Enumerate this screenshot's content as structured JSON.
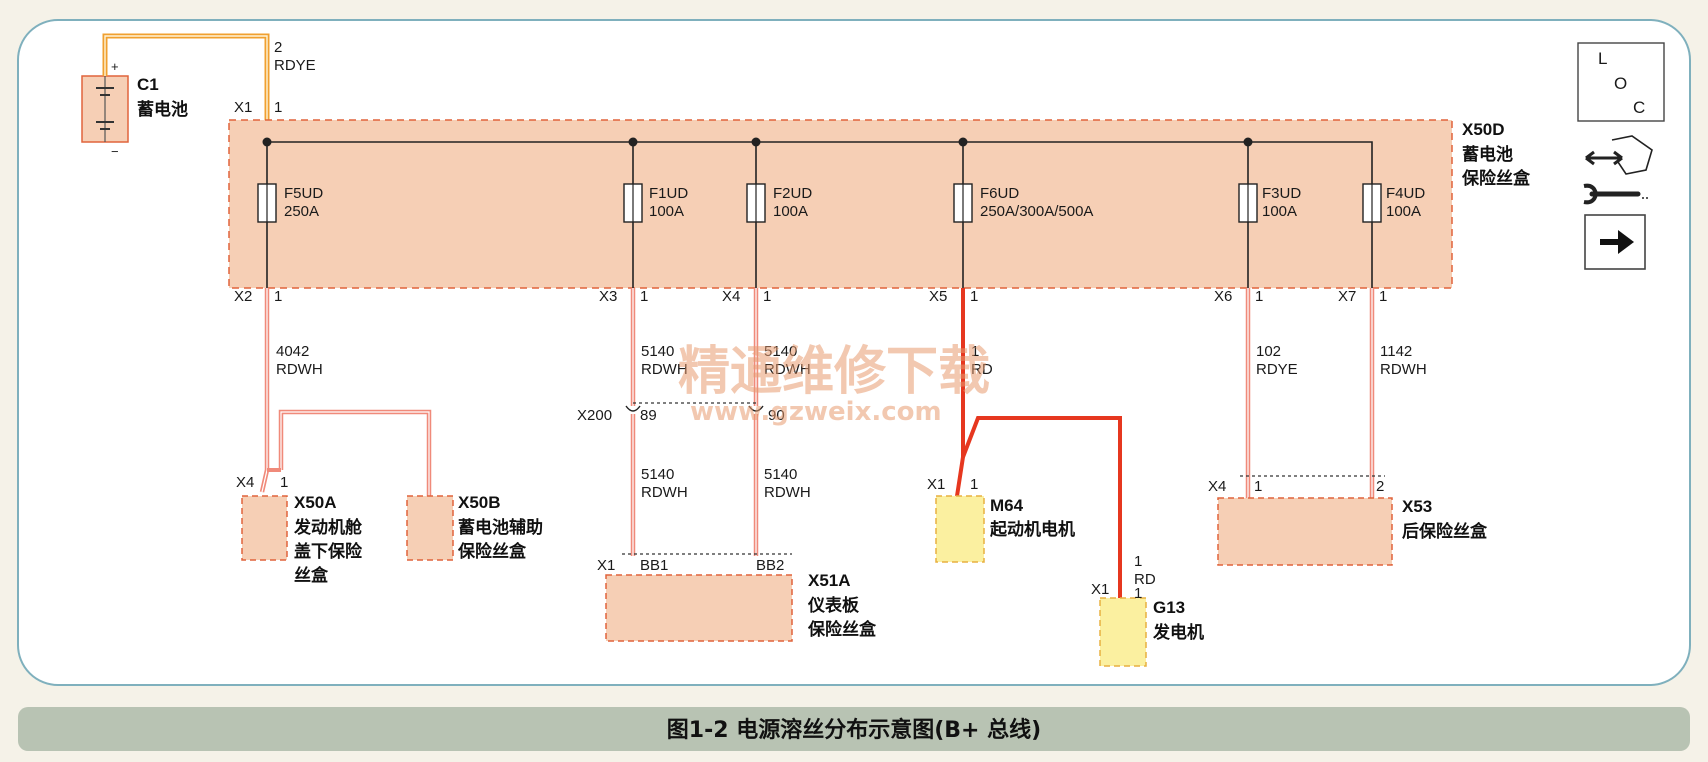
{
  "caption": "图1-2   电源溶丝分布示意图(B+ 总线)",
  "watermark": {
    "cn": "精通维修下载",
    "url": "www.gzweix.com"
  },
  "legend": {
    "l": "L",
    "o": "O",
    "c": "C"
  },
  "battery": {
    "id": "C1",
    "name": "蓄电池",
    "plus": "+",
    "minus": "−",
    "pin": "2",
    "color": "RDYE",
    "conn": "X1",
    "conn_pin": "1"
  },
  "fusebox": {
    "id": "X50D",
    "name1": "蓄电池",
    "name2": "保险丝盒"
  },
  "fuses": [
    {
      "id": "F5UD",
      "rating": "250A",
      "out_conn": "X2",
      "out_pin": "1",
      "wire": "4042",
      "wire_color": "RDWH"
    },
    {
      "id": "F1UD",
      "rating": "100A",
      "out_conn": "X3",
      "out_pin": "1",
      "wire": "5140",
      "wire_color": "RDWH"
    },
    {
      "id": "F2UD",
      "rating": "100A",
      "out_conn": "X4",
      "out_pin": "1",
      "wire": "5140",
      "wire_color": "RDWH"
    },
    {
      "id": "F6UD",
      "rating": "250A/300A/500A",
      "out_conn": "X5",
      "out_pin": "1",
      "wire": "1",
      "wire_color": "RD"
    },
    {
      "id": "F3UD",
      "rating": "100A",
      "out_conn": "X6",
      "out_pin": "1",
      "wire": "102",
      "wire_color": "RDYE"
    },
    {
      "id": "F4UD",
      "rating": "100A",
      "out_conn": "X7",
      "out_pin": "1",
      "wire": "1142",
      "wire_color": "RDWH"
    }
  ],
  "inline_conn": {
    "id": "X200",
    "pin_a": "89",
    "pin_b": "90",
    "wire_a": "5140",
    "color_a": "RDWH",
    "wire_b": "5140",
    "color_b": "RDWH"
  },
  "x50a": {
    "conn": "X4",
    "pin": "1",
    "id": "X50A",
    "l1": "发动机舱",
    "l2": "盖下保险",
    "l3": "丝盒"
  },
  "x50b": {
    "id": "X50B",
    "l1": "蓄电池辅助",
    "l2": "保险丝盒"
  },
  "x51a": {
    "conn": "X1",
    "pin_a": "BB1",
    "pin_b": "BB2",
    "id": "X51A",
    "l1": "仪表板",
    "l2": "保险丝盒"
  },
  "m64": {
    "conn": "X1",
    "pin": "1",
    "id": "M64",
    "l1": "起动机电机"
  },
  "g13": {
    "conn": "X1",
    "pin": "1",
    "wire": "1",
    "wire_color": "RD",
    "id": "G13",
    "l1": "发电机"
  },
  "x53": {
    "conn": "X4",
    "pin_a": "1",
    "pin_b": "2",
    "id": "X53",
    "l1": "后保险丝盒"
  },
  "colors": {
    "frame": "#7fb0bd",
    "box_fill": "#f6cfb5",
    "box_stroke": "#e0643c",
    "wire_pink": "#f08a7a",
    "wire_red": "#e6371f",
    "wire_orange": "#f0a030",
    "yellow": "#fbf0a0",
    "yellow_stroke": "#e8b040"
  },
  "icons": [
    "loc-icon",
    "connector-arrow-icon",
    "wrench-icon",
    "next-arrow-icon"
  ]
}
